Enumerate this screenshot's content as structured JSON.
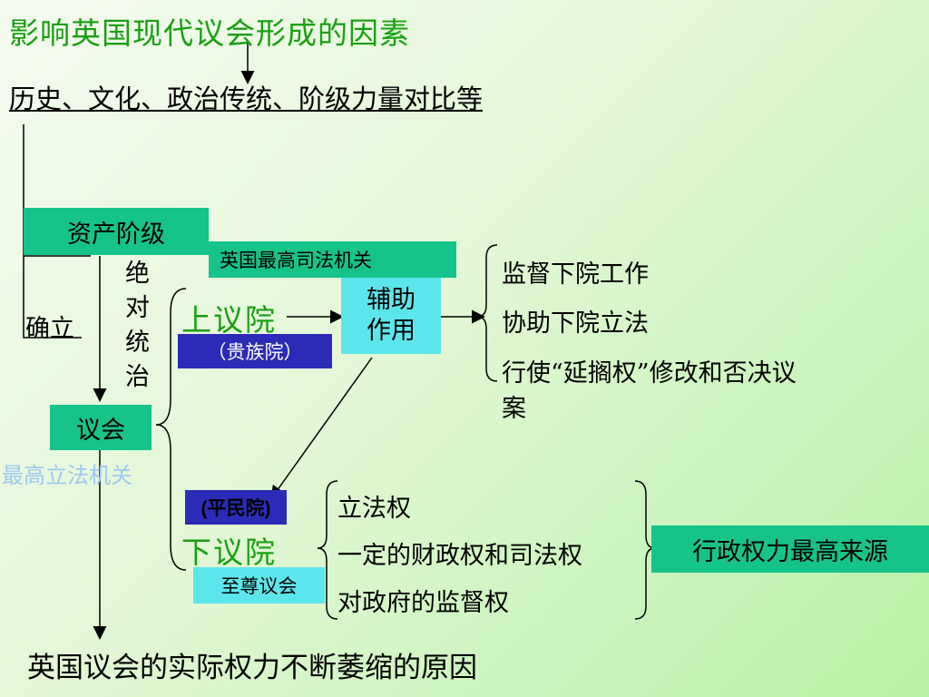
{
  "title": "影响英国现代议会形成的因素",
  "factors": "历史、文化、政治传统、阶级力量对比等",
  "bourgeoisie": "资产阶级",
  "absolute_rule": [
    "绝",
    "对",
    "统",
    "治"
  ],
  "establish": "确立",
  "parliament": "议会",
  "highest_legislature": "最高立法机关",
  "upper_house": {
    "judicial_box": "英国最高司法机关",
    "label": "上议院",
    "alias": "（贵族院）",
    "assist_box": [
      "辅助",
      "作用"
    ],
    "roles": [
      "监督下院工作",
      "协助下院立法",
      "行使“延搁权”修改和否决议",
      "案"
    ]
  },
  "lower_house": {
    "alias": "(平民院)",
    "label": "下议院",
    "supreme_box": "至尊议会",
    "powers": [
      "立法权",
      "一定的财政权和司法权",
      "对政府的监督权"
    ],
    "source_box": "行政权力最高来源"
  },
  "conclusion": "英国议会的实际权力不断萎缩的原因"
}
